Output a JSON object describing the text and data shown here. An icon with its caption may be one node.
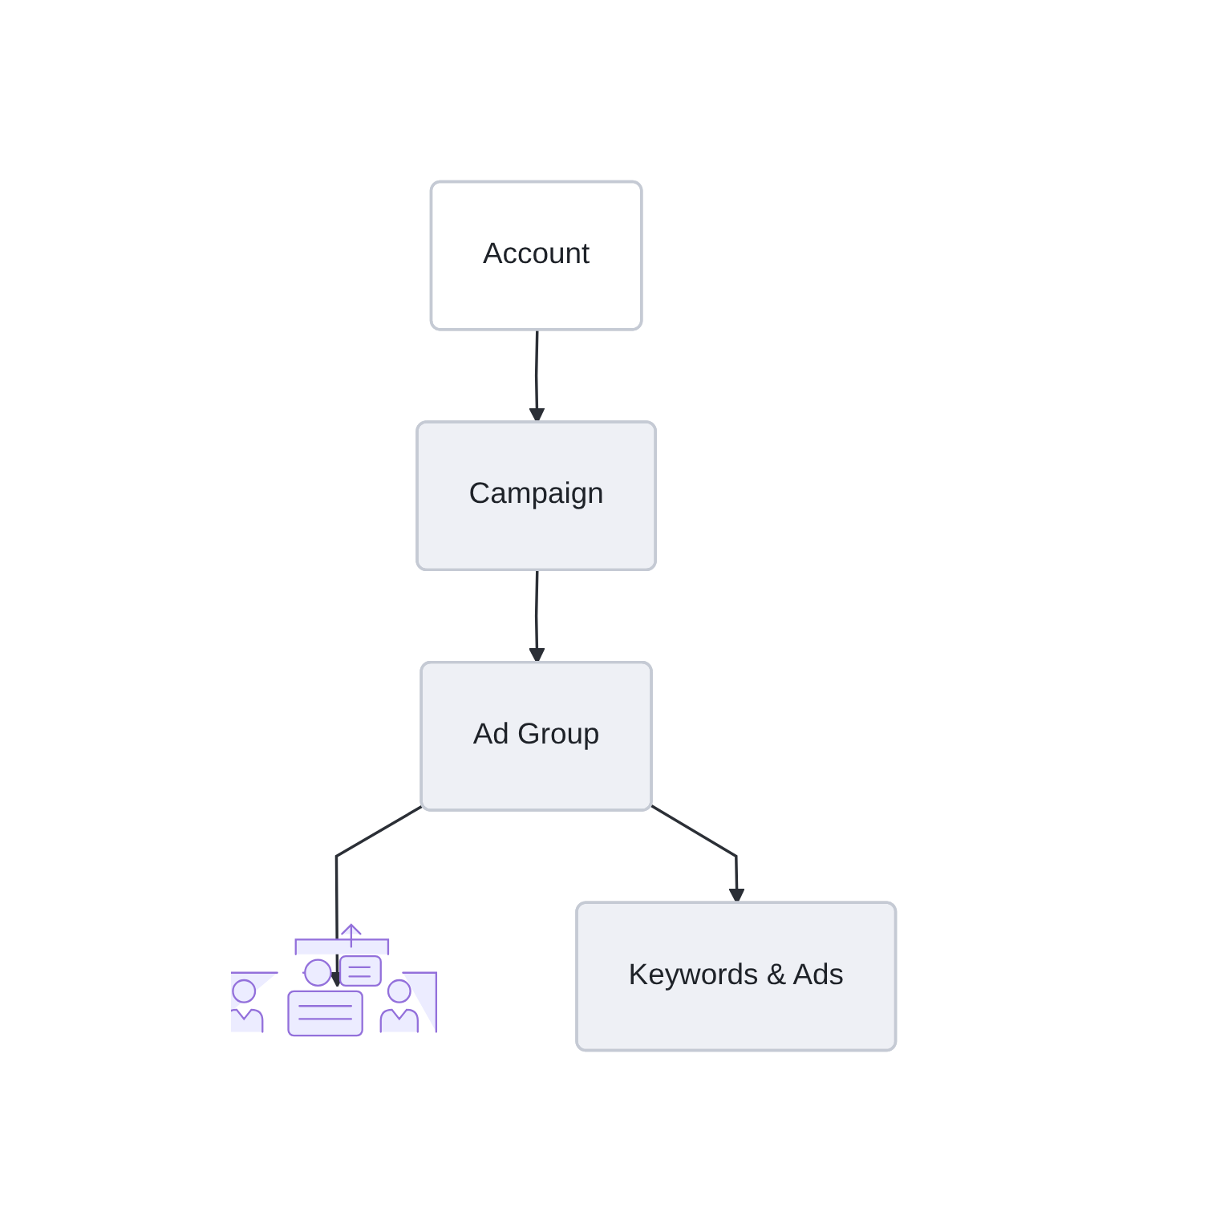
{
  "diagram": {
    "nodes": [
      {
        "text": [
          "Account"
        ]
      },
      {
        "text": [
          "Campaign"
        ]
      },
      {
        "text": [
          "Ad Group"
        ]
      },
      {
        "text": [],
        "shape": "picture"
      },
      {
        "text": [
          "Keywords & Ads"
        ]
      }
    ],
    "edges": [
      {
        "from": 0,
        "to": 1,
        "arrow": "to"
      },
      {
        "from": 1,
        "to": 2,
        "arrow": "to"
      },
      {
        "from": 2,
        "to": 3,
        "arrow": "to"
      },
      {
        "from": 2,
        "to": 4,
        "arrow": "to"
      }
    ]
  }
}
